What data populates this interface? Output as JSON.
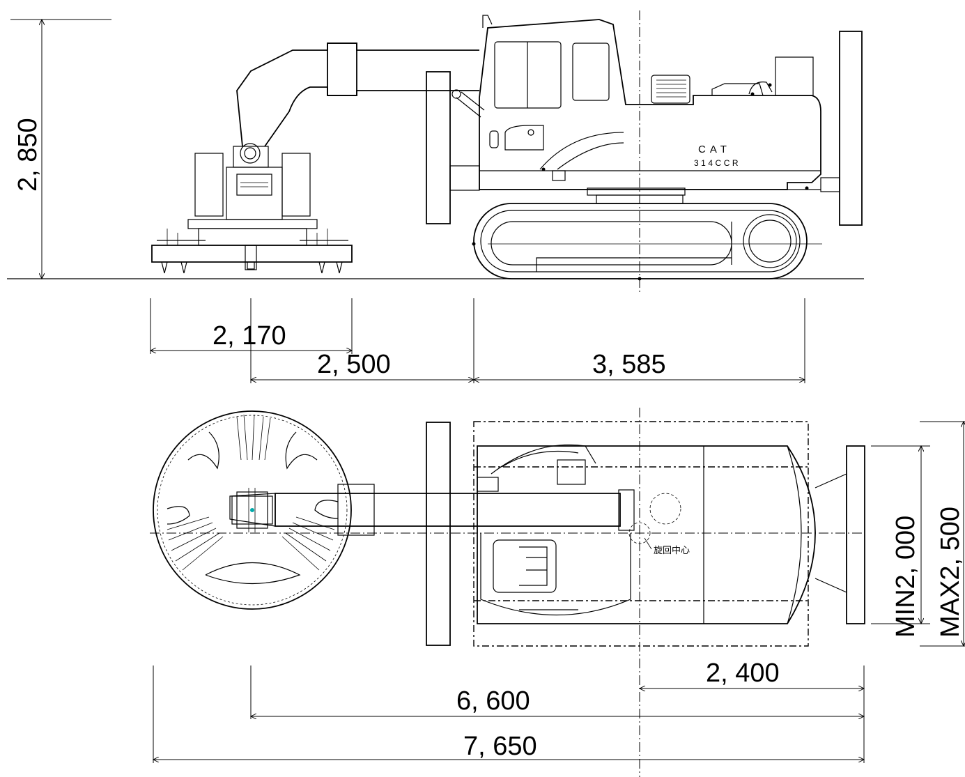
{
  "side_view": {
    "brand_label": "CAT",
    "model_label": "314CCR"
  },
  "top_view": {
    "swing_center_label": "旋回中心"
  },
  "dimensions": {
    "height": "2, 850",
    "head_width": "2, 170",
    "front_to_track": "2, 500",
    "track_length": "3, 585",
    "min_width": "MIN2, 000",
    "max_width": "MAX2, 500",
    "center_to_rear": "2, 400",
    "body_length": "6, 600",
    "overall_length": "7, 650"
  }
}
